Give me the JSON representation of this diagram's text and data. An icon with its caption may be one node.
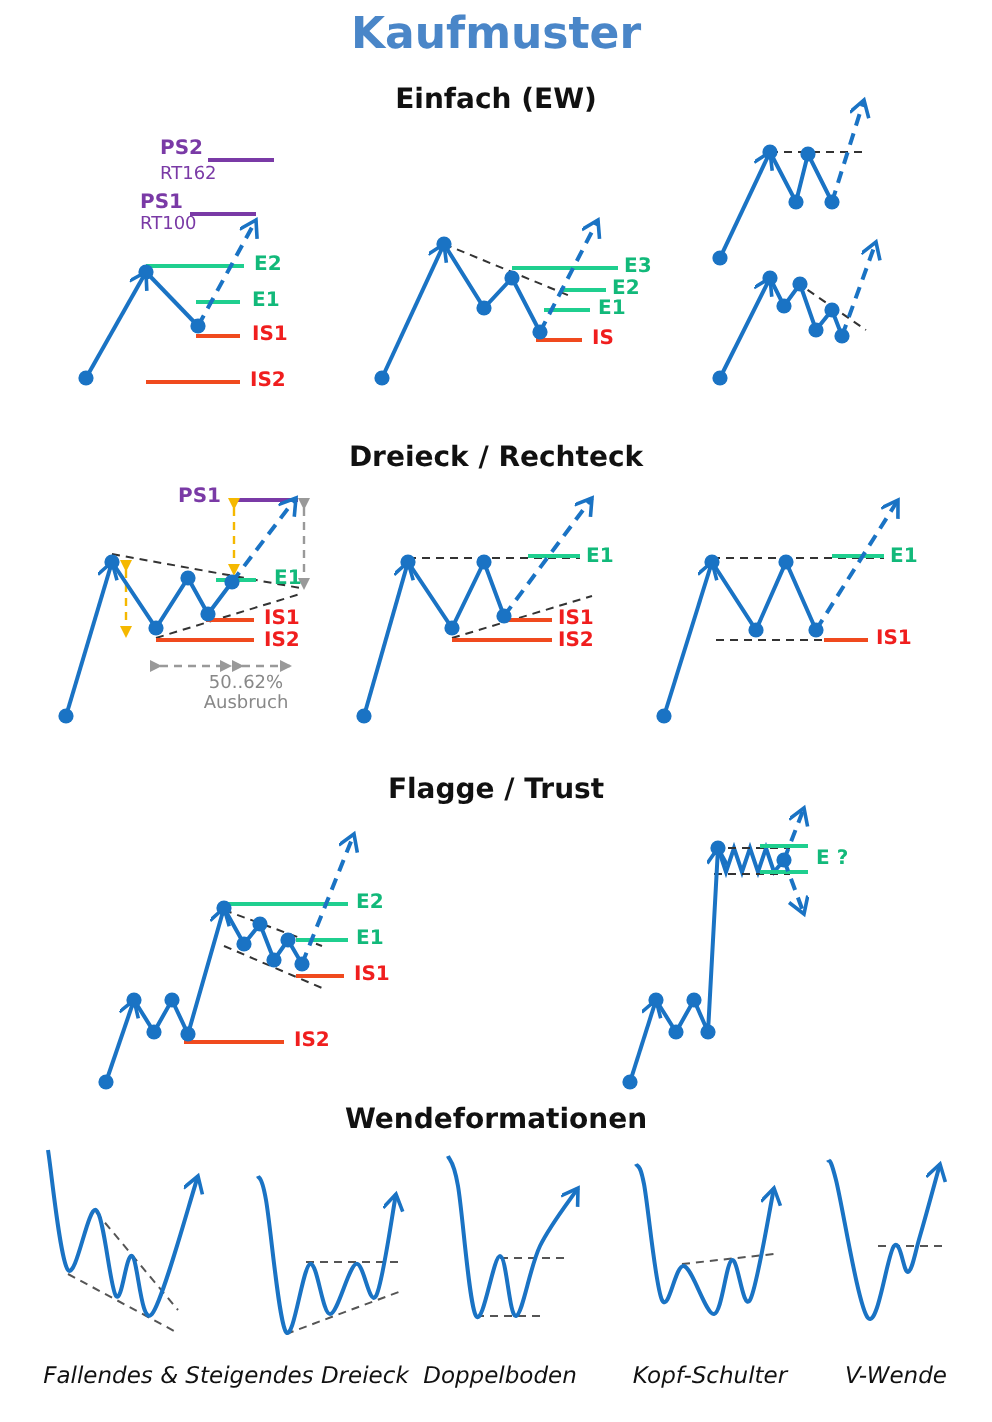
{
  "diagram": {
    "title": "Kaufmuster",
    "labels": [
      "Einfach (EW)",
      "PS2",
      "RT162",
      "PS1",
      "RT100",
      "E2",
      "E1",
      "IS1",
      "IS2",
      "E3",
      "E2",
      "E1",
      "IS",
      "Dreieck / Rechteck",
      "PS1",
      "E1",
      "IS1",
      "IS2",
      "50..62% Ausbruch",
      "E1",
      "IS1",
      "IS2",
      "E1",
      "IS1",
      "Flagge / Trust",
      "E2",
      "E1",
      "IS1",
      "IS2",
      "E ?",
      "Wendeformationen",
      "Fallendes & Steigendes Dreieck",
      "Doppelboden",
      "Kopf-Schulter",
      "V-Wende"
    ]
  }
}
